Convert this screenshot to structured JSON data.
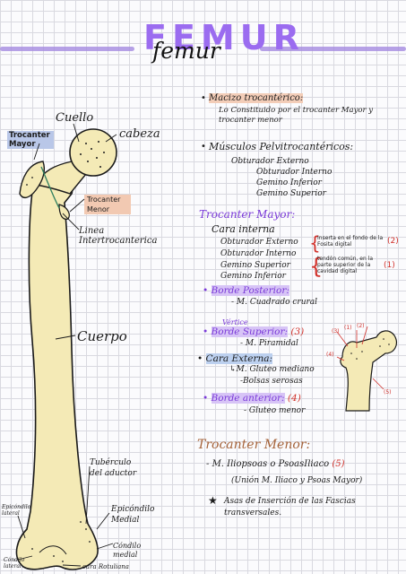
{
  "title": {
    "main": "FEMUR",
    "script": "femur"
  },
  "bone_labels": {
    "cuello": "Cuello",
    "cabeza": "cabeza",
    "trocanter_mayor": "Trocanter Mayor",
    "trocanter_menor": "Trocanter Menor",
    "linea_intertrocanterica": "Linea Intertrocanterica",
    "cuerpo": "Cuerpo",
    "tuberculo_aductor": "Tubérculo del aductor",
    "epicondilo_medial": "Epicóndilo Medial",
    "epicondilo_lateral": "Epicóndilo lateral",
    "condilo_medial": "Cóndilo medial",
    "condilo_lateral": "Cóndilo lateral",
    "cara_rotuliana": "cara Rotuliana"
  },
  "notes": {
    "macizo_heading": "Macizo trocantérico:",
    "macizo_text": "Lo Constituido por el trocanter Mayor y trocanter menor",
    "musculos_heading": "Músculos Pelvitrocantéricos:",
    "musculos_list": [
      "Obturador Externo",
      "Obturador Interno",
      "Gemino Inferior",
      "Gemino Superior"
    ],
    "tmayor_heading": "Trocanter Mayor:",
    "cara_interna": "Cara interna",
    "cara_interna_list": [
      "Obturador Externo",
      "Obturador Interno",
      "Gemino Superior",
      "Gemino Inferior"
    ],
    "brace1_text": "Inserta en el fondo de la Fosita digital",
    "brace1_num": "(2)",
    "brace2_text": "tendón común, en la parte superior de la cavidad digital",
    "brace2_num": "(1)",
    "borde_posterior": "Borde Posterior:",
    "borde_posterior_item": "M. Cuadrado crural",
    "vertice": "Vértice",
    "borde_superior": "Borde Superior:",
    "borde_superior_num": "(3)",
    "borde_superior_item": "M. Piramidal",
    "cara_externa": "Cara Externa:",
    "cara_externa_item1": "M. Gluteo mediano",
    "cara_externa_item2": "Bolsas serosas",
    "borde_anterior": "Borde anterior:",
    "borde_anterior_num": "(4)",
    "borde_anterior_item": "Gluteo menor",
    "tmenor_heading": "Trocanter Menor:",
    "tmenor_item": "M. Iliopsoas o PsoasIliaco",
    "tmenor_num": "(5)",
    "tmenor_sub": "(Unión M. Iliaco y Psoas Mayor)",
    "star_note": "Asas de Inserción de las Fascias transversales."
  },
  "diagram_numbers": [
    "(1)",
    "(2)",
    "(3)",
    "(4)",
    "(5)"
  ]
}
